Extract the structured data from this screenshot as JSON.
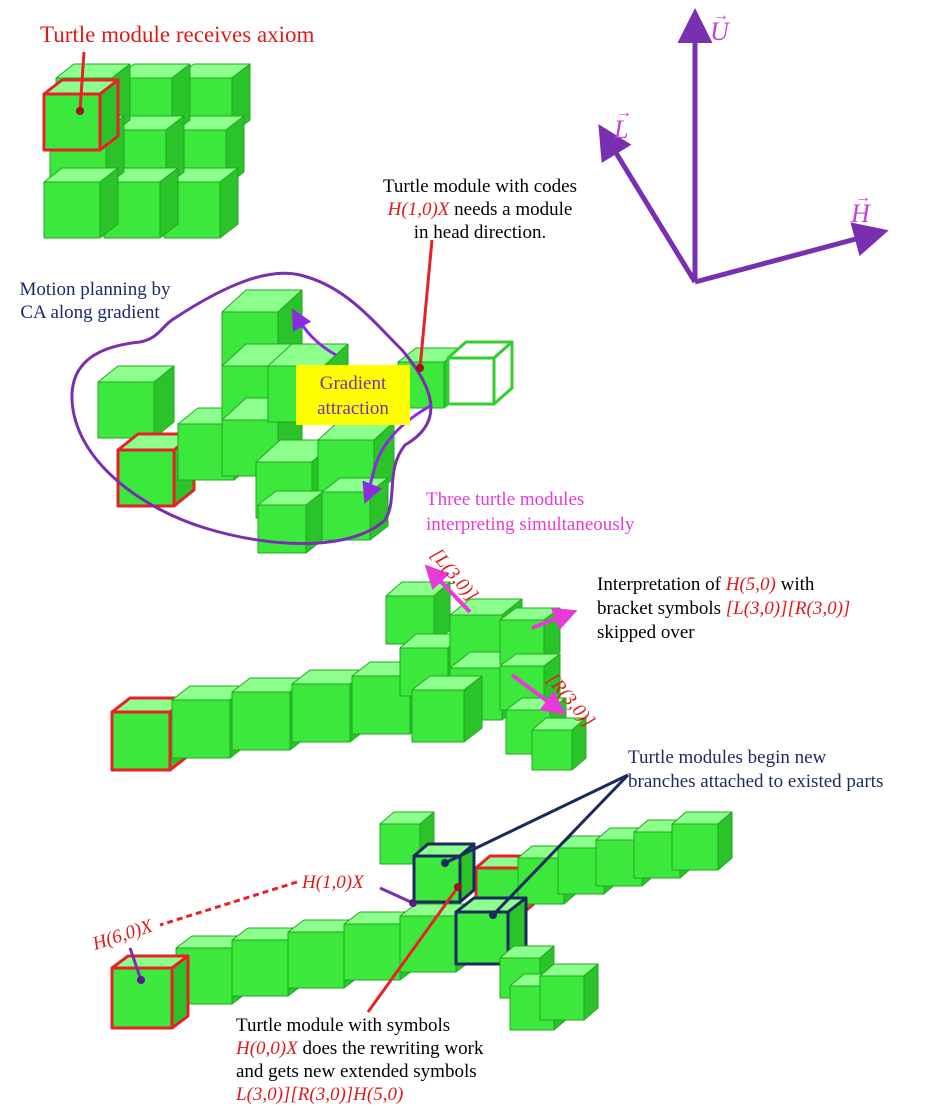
{
  "axes": {
    "labels": [
      {
        "letter": "U",
        "name": "up"
      },
      {
        "letter": "L",
        "name": "left"
      },
      {
        "letter": "H",
        "name": "head"
      }
    ]
  },
  "annotations": {
    "receives_axiom": "Turtle module receives axiom",
    "codes_lines": [
      [
        {
          "text": "Turtle module with codes",
          "style": "black"
        }
      ],
      [
        {
          "text": "H(1,0)X",
          "style": "red-italic"
        },
        {
          "text": " needs a module",
          "style": "black"
        }
      ],
      [
        {
          "text": "in head direction.",
          "style": "black"
        }
      ]
    ],
    "motion_lines": [
      "Motion planning by",
      "CA along gradient"
    ],
    "gradient_lines": [
      "Gradient",
      "attraction"
    ],
    "three_lines": [
      "Three turtle modules",
      "interpreting simultaneously"
    ],
    "interp_lines": [
      [
        {
          "text": "Interpretation of ",
          "style": "black"
        },
        {
          "text": "H(5,0)",
          "style": "red-italic"
        },
        {
          "text": " with",
          "style": "black"
        }
      ],
      [
        {
          "text": "bracket symbols ",
          "style": "black"
        },
        {
          "text": "[L(3,0)][R(3,0)]",
          "style": "red-italic"
        }
      ],
      [
        {
          "text": "skipped over",
          "style": "black"
        }
      ]
    ],
    "l_bracket": "[L(3,0)]",
    "r_bracket": "[R(3,0)]",
    "branches_lines": [
      "Turtle modules begin new",
      "branches attached to existed parts"
    ],
    "h10x": "H(1,0)X",
    "h60x": "H(6,0)X",
    "rewrite_lines": [
      [
        {
          "text": "Turtle module with symbols",
          "style": "black"
        }
      ],
      [
        {
          "text": "H(0,0)X",
          "style": "red-italic"
        },
        {
          "text": " does the rewriting work",
          "style": "black"
        }
      ],
      [
        {
          "text": "and gets new extended symbols",
          "style": "black"
        }
      ],
      [
        {
          "text": "L(3,0)][R(3,0)]H(5,0)",
          "style": "red-italic"
        }
      ]
    ]
  },
  "colors": {
    "cube_top": "#8cff8c",
    "cube_front": "#3ce83c",
    "cube_side": "#2ac42a",
    "cube_edge": "#1fa81f",
    "red": "#e8202a",
    "purple": "#7a2fb0",
    "navy": "#1a2a5e",
    "magenta": "#e83ad8",
    "yellow": "#ffff00",
    "annotation_red": "#e01a1a",
    "violet_text": "#c040e0"
  }
}
